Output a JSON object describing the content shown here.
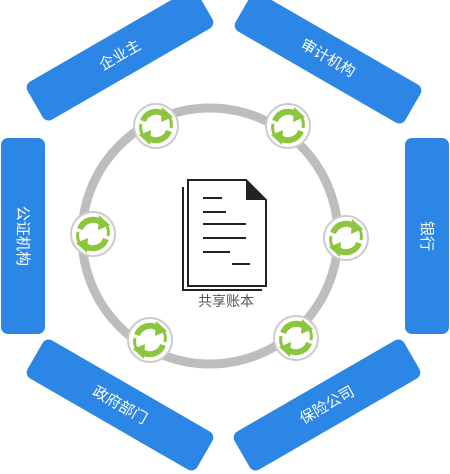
{
  "center": {
    "label": "共享账本",
    "icon": "document-icon"
  },
  "parties": {
    "top_left": "企业主",
    "top_right": "审计机构",
    "right": "银行",
    "bottom_right": "保险公司",
    "bottom_left": "政府部门",
    "left": "公证机构"
  },
  "colors": {
    "party_fill": "#2B86E6",
    "ring": "#BDBDBD",
    "sync_icon_fill": "#8CC63F",
    "sync_icon_ring": "#CCCCCC"
  },
  "sync_icon_name": "sync-icon"
}
